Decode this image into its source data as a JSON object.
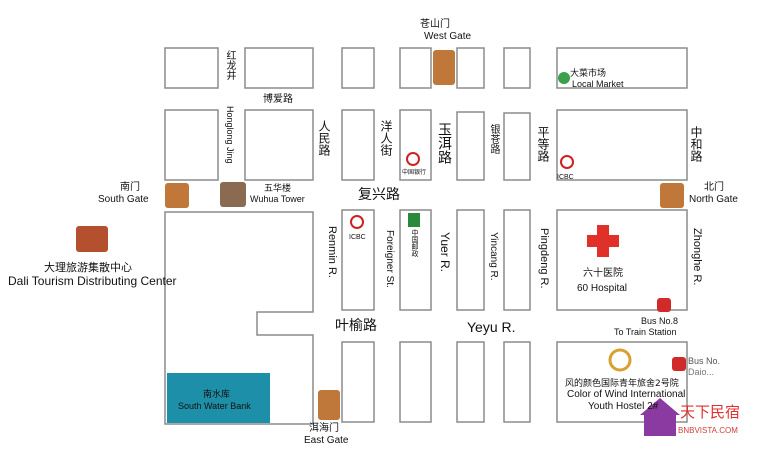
{
  "gates": {
    "west_cn": "苍山门",
    "west_en": "West Gate",
    "south_cn": "南门",
    "south_en": "South Gate",
    "north_cn": "北门",
    "north_en": "North Gate",
    "east_cn": "洱海门",
    "east_en": "East Gate",
    "wuhua_cn": "五华楼",
    "wuhua_en": "Wuhua Tower"
  },
  "roads": {
    "honglongjing_cn": "红龙井",
    "honglongjing_en": "Honglong Jing",
    "boai_cn": "博爱路",
    "renmin_cn": "人民路",
    "renmin_en": "Renmin R.",
    "yangren_cn": "洋人街",
    "foreigner_en": "Foreigner St.",
    "yuer_cn": "玉洱路",
    "yuer_en": "Yuer R.",
    "yincang_cn": "银苍路",
    "yincang_en": "Yincang R.",
    "pingdeng_cn": "平等路",
    "pingdeng_en": "Pingdeng R.",
    "zhonghe_cn": "中和路",
    "zhonghe_en": "Zhonghe R.",
    "fuxing_cn": "复兴路",
    "yeyu_cn": "叶榆路",
    "yeyu_en": "Yeyu R."
  },
  "places": {
    "tourism_cn": "大理旅游集散中心",
    "tourism_en": "Dali Tourism Distributing Center",
    "market_cn": "大菜市场",
    "market_en": "Local Market",
    "hospital_cn": "六十医院",
    "hospital_en": "60 Hospital",
    "bus8_name": "Bus No.8",
    "bus8_dest": "To Train Station",
    "bus_partial": "Bus No.",
    "bus_partial2": "Daio...",
    "hostel_cn": "风的颜色国际青年旅舍2号院",
    "hostel_en1": "Color of Wind International",
    "hostel_en2": "Youth Hostel 2#",
    "lake_cn": "南水库",
    "lake_en": "South Water Bank",
    "icbc": "ICBC",
    "post": "中国邮政",
    "boc": "中国银行"
  },
  "watermark": {
    "cn": "天下民宿",
    "en": "BNBVISTA.COM"
  },
  "colors": {
    "block_stroke": "#8c8c8c",
    "lake": "#1e8fa8",
    "hospital": "#e0302a",
    "watermark": "#8a3aa0"
  }
}
